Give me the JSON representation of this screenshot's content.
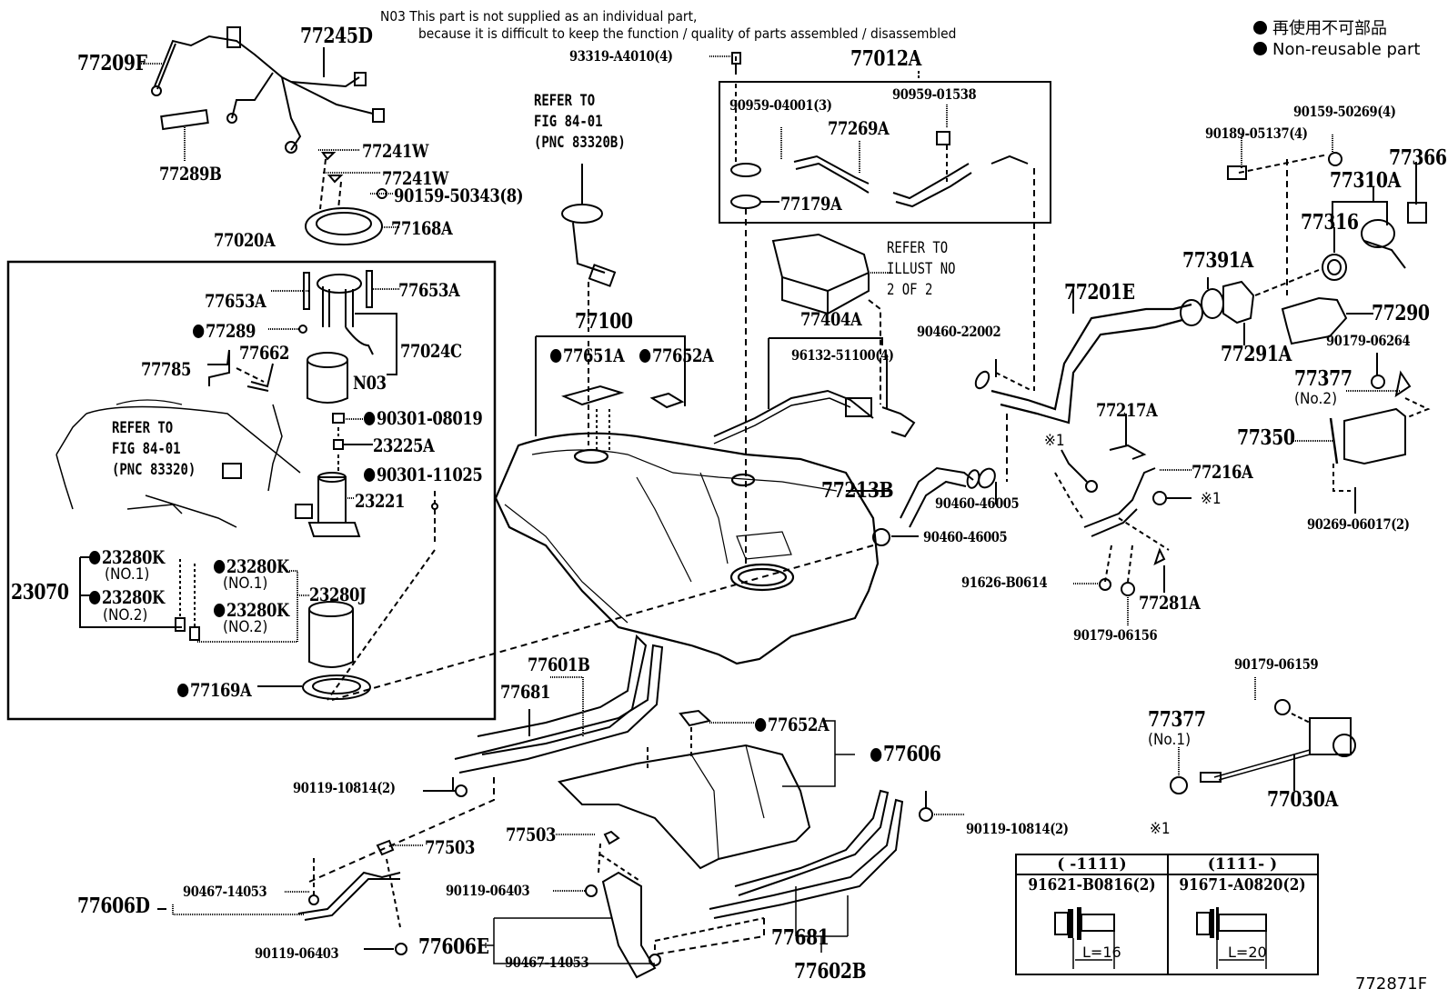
{
  "note": {
    "code": "N03",
    "line1": "N03 This part is not supplied as an individual part,",
    "line2": "because it is difficult to keep the function / quality of parts assembled / disassembled"
  },
  "legend": {
    "jp": "再使用不可部品",
    "en": "Non-reusable part"
  },
  "figure_id": "772871F",
  "refs": {
    "fig_84_01_pnc_83320b": "REFER TO\nFIG 84-01\n(PNC 83320B)",
    "fig_84_01_pnc_83320": "REFER TO\nFIG 84-01\n(PNC 83320)",
    "illust_2_of_2": "REFER TO\nILLUST NO\n2 OF 2"
  },
  "parts": {
    "p77209F": "77209F",
    "p77245D": "77245D",
    "p77289B": "77289B",
    "p77241W_a": "77241W",
    "p77241W_b": "77241W",
    "p90159_50343": "90159-50343(8)",
    "p77168A": "77168A",
    "p77020A": "77020A",
    "p77653A_l": "77653A",
    "p77653A_r": "77653A",
    "p77289": "77289",
    "p77662": "77662",
    "p77785": "77785",
    "p77024C": "77024C",
    "pN03": "N03",
    "p90301_08019": "90301-08019",
    "p23225A": "23225A",
    "p90301_11025": "90301-11025",
    "p23221": "23221",
    "p23070": "23070",
    "p23280K_1": "23280K",
    "p23280K_2": "23280K",
    "p23280K_3": "23280K",
    "p23280K_4": "23280K",
    "no1": "(NO.1)",
    "no2": "(NO.2)",
    "p23280J": "23280J",
    "p77169A": "77169A",
    "p93319_A4010": "93319-A4010(4)",
    "p77012A": "77012A",
    "p90959_04001": "90959-04001(3)",
    "p90959_01538": "90959-01538",
    "p77269A": "77269A",
    "p77179A": "77179A",
    "p77100": "77100",
    "p77651A": "77651A",
    "p77652A_a": "77652A",
    "p77404A": "77404A",
    "p96132_51100": "96132-51100(4)",
    "p90460_22002": "90460-22002",
    "p77213B": "77213B",
    "p90460_46005_a": "90460-46005",
    "p90460_46005_b": "90460-46005",
    "p77201E": "77201E",
    "p77391A": "77391A",
    "p77291A": "77291A",
    "p77290": "77290",
    "p90189_05137": "90189-05137(4)",
    "p90159_50269": "90159-50269(4)",
    "p77366": "77366",
    "p77310A": "77310A",
    "p77316": "77316",
    "p90179_06264": "90179-06264",
    "p77377_2": "77377",
    "no2_small": "(No.2)",
    "p77350": "77350",
    "p90269_06017": "90269-06017(2)",
    "p77217A": "77217A",
    "p77216A": "77216A",
    "x1_a": "※1",
    "x1_b": "※1",
    "x1_c": "※1",
    "p91626_B0614": "91626-B0614",
    "p90179_06156": "90179-06156",
    "p77281A": "77281A",
    "p90179_06159": "90179-06159",
    "p77377_1": "77377",
    "no1_small": "(No.1)",
    "p77030A": "77030A",
    "p77601B": "77601B",
    "p77681_a": "77681",
    "p90119_10814_a": "90119-10814(2)",
    "p77652A_b": "77652A",
    "p77606": "77606",
    "p90119_10814_b": "90119-10814(2)",
    "p77503_a": "77503",
    "p77503_b": "77503",
    "p77606D": "77606D",
    "p90467_14053_a": "90467-14053",
    "p90119_06403_a": "90119-06403",
    "p90119_06403_b": "90119-06403",
    "p77606E": "77606E",
    "p90467_14053_b": "90467-14053",
    "p77681_b": "77681",
    "p77602B": "77602B"
  },
  "bolt_table": {
    "marker": "※1",
    "columns": [
      {
        "range": "(     -1111)",
        "part": "91621-B0816(2)",
        "length": "L=16"
      },
      {
        "range": "(1111-      )",
        "part": "91671-A0820(2)",
        "length": "L=20"
      }
    ]
  },
  "non_reusable_parts": [
    "77289",
    "90301-08019",
    "90301-11025",
    "23280K",
    "77169A",
    "77651A",
    "77652A",
    "77606"
  ]
}
